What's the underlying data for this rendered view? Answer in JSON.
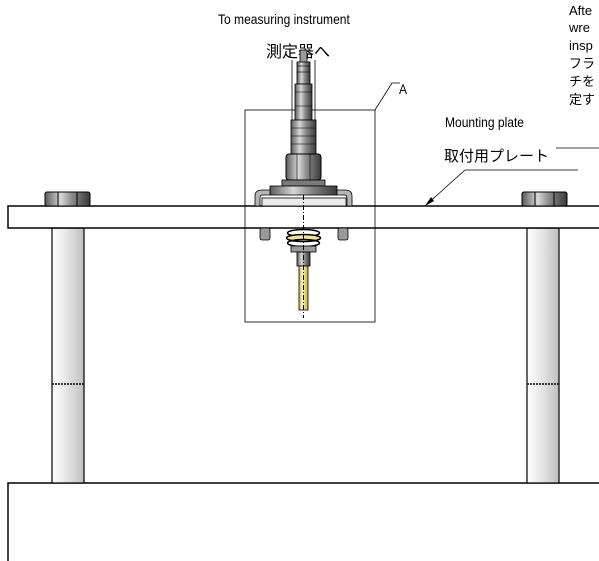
{
  "labels": {
    "measuring_en": "To measuring instrument",
    "measuring_jp": "測定器へ",
    "detail_a": "A",
    "plate_en": "Mounting plate",
    "plate_jp": "取付用プレート"
  },
  "note": {
    "lines": [
      "Afte",
      "wre",
      "insp",
      "フラ",
      "チを",
      "定す"
    ]
  },
  "colors": {
    "line": "#000000",
    "shade": "#d9d9d9",
    "pin": "#f2e58c"
  }
}
